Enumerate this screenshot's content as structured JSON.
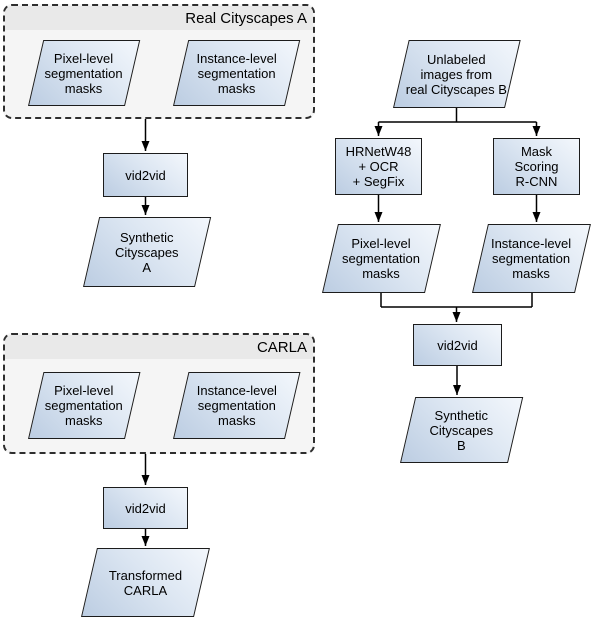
{
  "colors": {
    "page_bg": "#ffffff",
    "node_border": "#1c1c1c",
    "node_fill_dark": "#bccde2",
    "node_fill_light": "#f3f7fc",
    "group_bg": "#f5f5f5",
    "group_header_bg": "#e9e9e9",
    "group_border": "#2e2e2e",
    "connector": "#000000",
    "text": "#000000"
  },
  "groups": {
    "real_a": {
      "label": "Real Cityscapes A"
    },
    "carla": {
      "label": "CARLA"
    }
  },
  "nodes": {
    "real_a_pixel": "Pixel-level\nsegmentation\nmasks",
    "real_a_instance": "Instance-level\nsegmentation\nmasks",
    "real_a_vid2vid": "vid2vid",
    "real_a_output": "Synthetic\nCityscapes\nA",
    "b_input": "Unlabeled\nimages from\nreal Cityscapes B",
    "b_semantic_model": "HRNetW48\n+ OCR\n+ SegFix",
    "b_instance_model": "Mask\nScoring\nR-CNN",
    "b_pixel": "Pixel-level\nsegmentation\nmasks",
    "b_instance": "Instance-level\nsegmentation\nmasks",
    "b_vid2vid": "vid2vid",
    "b_output": "Synthetic\nCityscapes\nB",
    "carla_pixel": "Pixel-level\nsegmentation\nmasks",
    "carla_instance": "Instance-level\nsegmentation\nmasks",
    "carla_vid2vid": "vid2vid",
    "carla_output": "Transformed\nCARLA"
  }
}
